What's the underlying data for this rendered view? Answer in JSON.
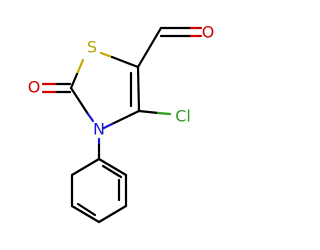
{
  "molecule": {
    "atoms": {
      "sulfur": "S",
      "ring_carbonyl_oxygen": "O",
      "aldehyde_oxygen": "O",
      "chlorine": "Cl",
      "nitrogen": "N"
    },
    "colors": {
      "sulfur": "#b8a400",
      "oxygen": "#d40000",
      "chlorine": "#2f9b1f",
      "nitrogen": "#1a1ad6",
      "bond": "#000000"
    }
  }
}
